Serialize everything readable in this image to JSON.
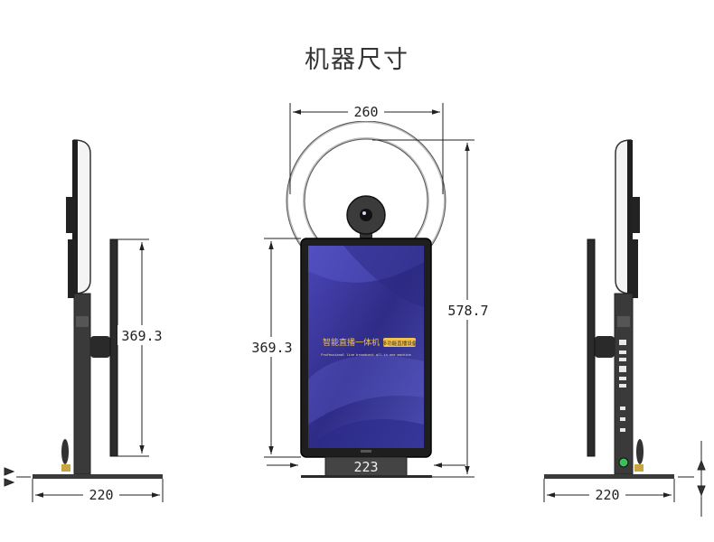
{
  "title": "机器尺寸",
  "dimensions": {
    "front_width": "260",
    "front_total_height": "578.7",
    "front_screen_height": "369.3",
    "front_base_width": "223",
    "left_screen_height": "369.3",
    "left_base_width": "220",
    "right_base_width": "220"
  },
  "screen": {
    "headline": "智能直播一体机",
    "badge": "多功能直播设备",
    "subtitle": "Professional live broadcast all-in-one machine"
  },
  "colors": {
    "device_dark": "#2b2b2b",
    "screen_blue": "#3a3a9a",
    "accent_yellow": "#f2c14e",
    "dim_line": "#222222"
  }
}
